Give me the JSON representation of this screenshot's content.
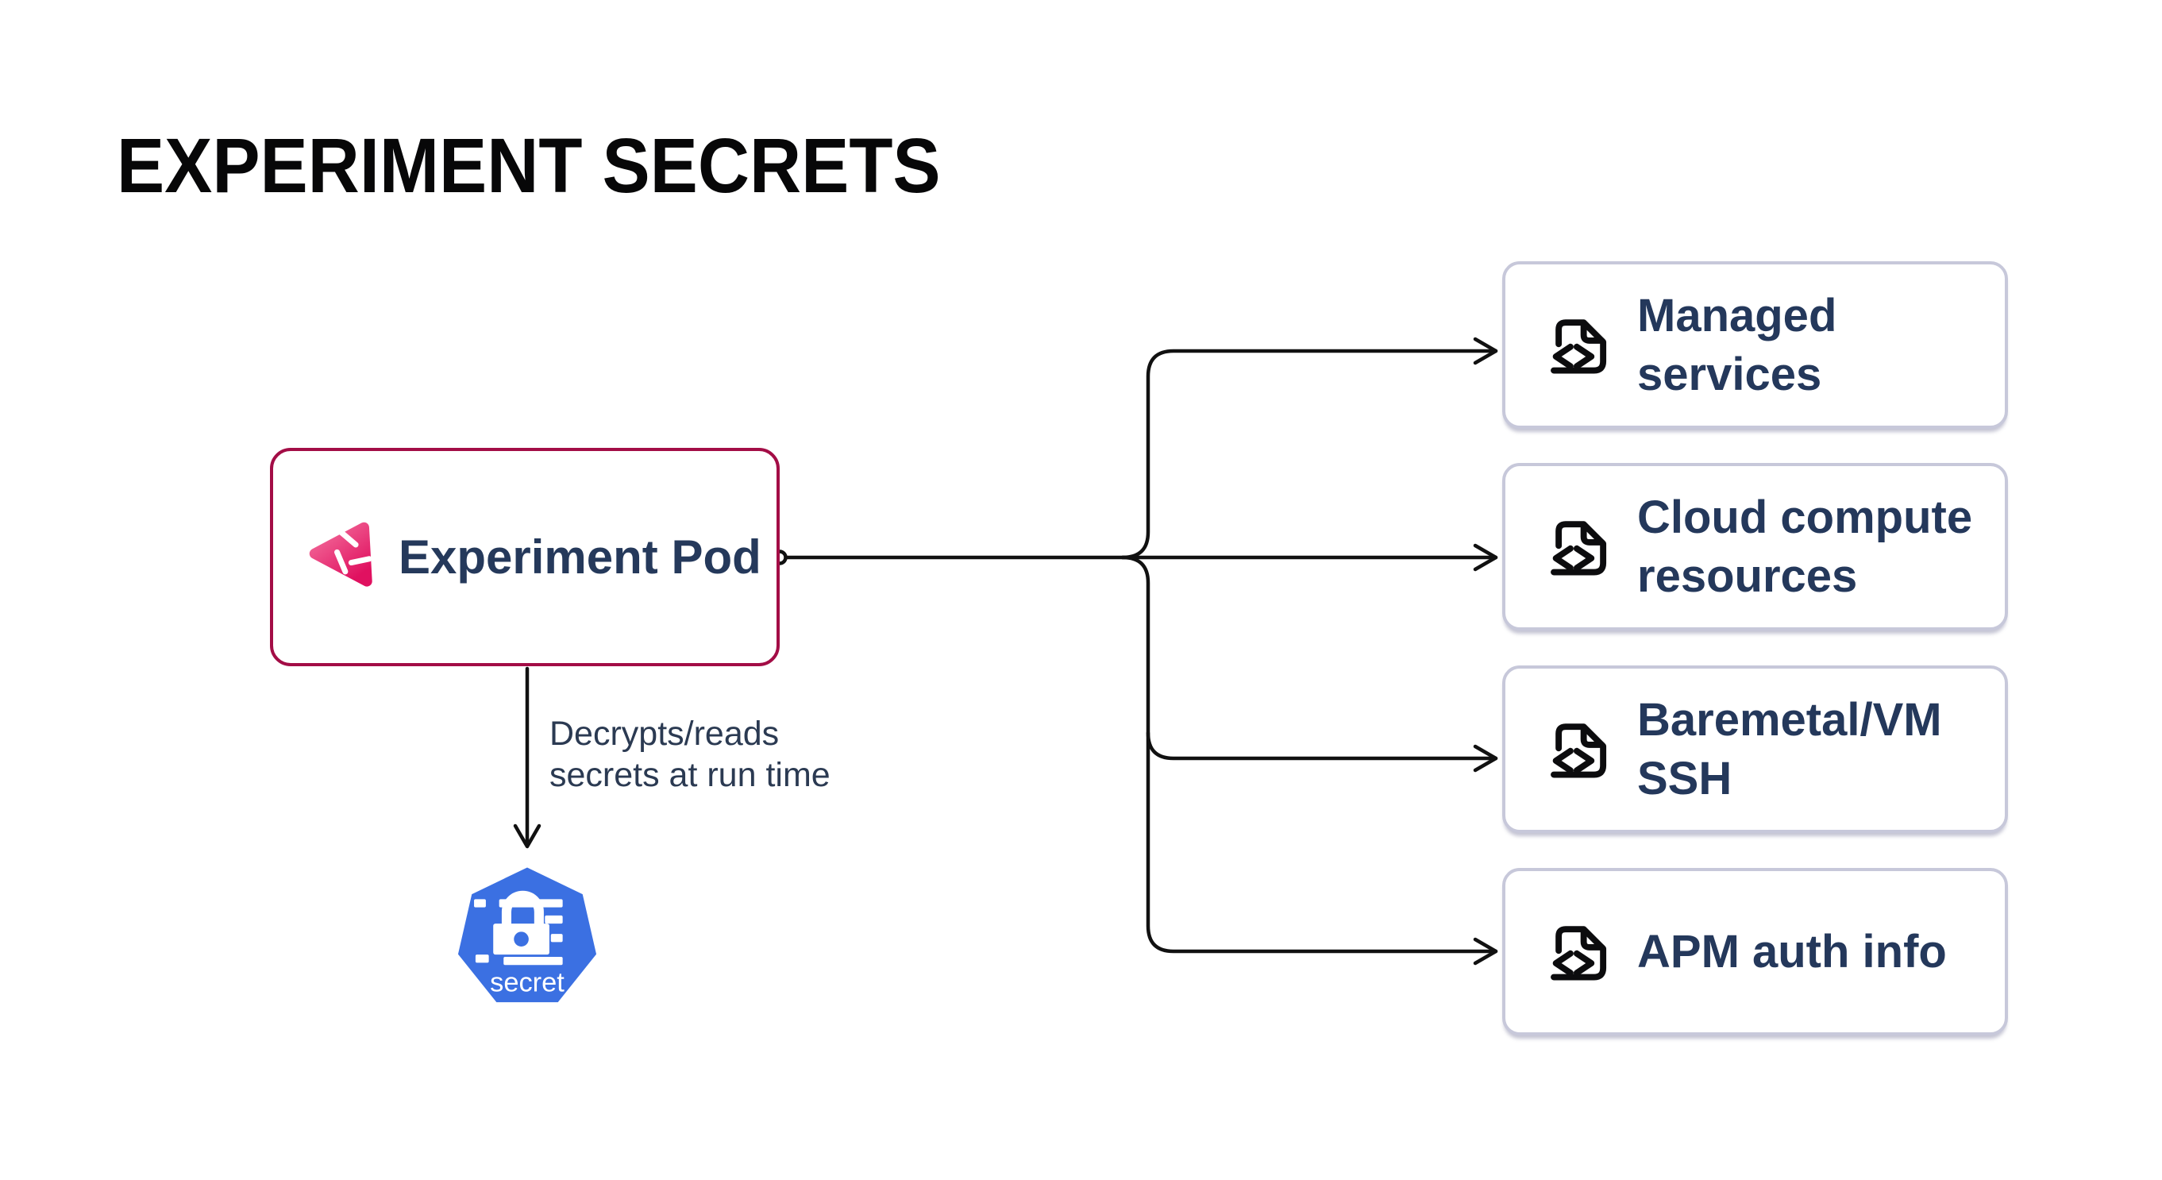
{
  "title": "EXPERIMENT SECRETS",
  "pod": {
    "label": "Experiment Pod"
  },
  "annotation": {
    "line1": "Decrypts/reads",
    "line2": "secrets at run time"
  },
  "secret_node": {
    "label": "secret"
  },
  "targets": [
    {
      "label": "Managed services"
    },
    {
      "label": "Cloud compute resources"
    },
    {
      "label": "Baremetal/VM SSH"
    },
    {
      "label": "APM auth info"
    }
  ],
  "colors": {
    "background": "#FFFFFF",
    "title_text": "#070708",
    "navy_text": "#25395B",
    "pod_border": "#A30D46",
    "target_border": "#C7C8DA",
    "connector_line": "#111111",
    "kubernetes_blue": "#3B70E2",
    "logo_pink_light": "#F4719E",
    "logo_pink_dark": "#E01160"
  }
}
